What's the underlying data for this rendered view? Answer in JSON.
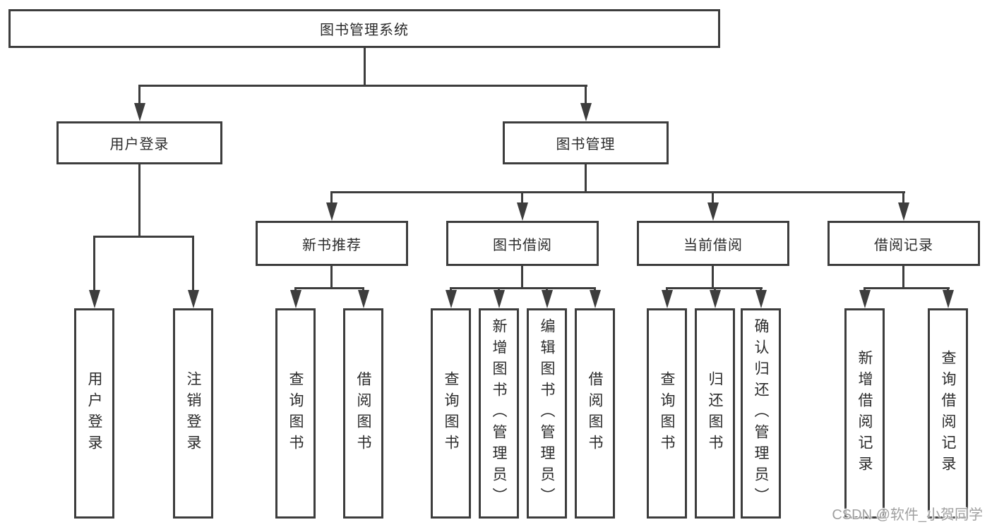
{
  "tree": {
    "root": "图书管理系统",
    "user_login": {
      "label": "用户登录",
      "children": [
        "用户登录",
        "注销登录"
      ]
    },
    "book_management": {
      "label": "图书管理",
      "modules": [
        {
          "label": "新书推荐",
          "children": [
            "查询图书",
            "借阅图书"
          ]
        },
        {
          "label": "图书借阅",
          "children": [
            "查询图书",
            "新增图书（管理员）",
            "编辑图书（管理员）",
            "借阅图书"
          ]
        },
        {
          "label": "当前借阅",
          "children": [
            "查询图书",
            "归还图书",
            "确认归还（管理员）"
          ]
        },
        {
          "label": "借阅记录",
          "children": [
            "新增借阅记录",
            "查询借阅记录"
          ]
        }
      ]
    }
  },
  "watermark": {
    "text": "CSDN @软件_小贺同学"
  },
  "colors": {
    "line": "#3d3d3d",
    "text": "#2b2b2b",
    "box_bg": "#ffffff",
    "watermark": "#a0a0a0"
  }
}
